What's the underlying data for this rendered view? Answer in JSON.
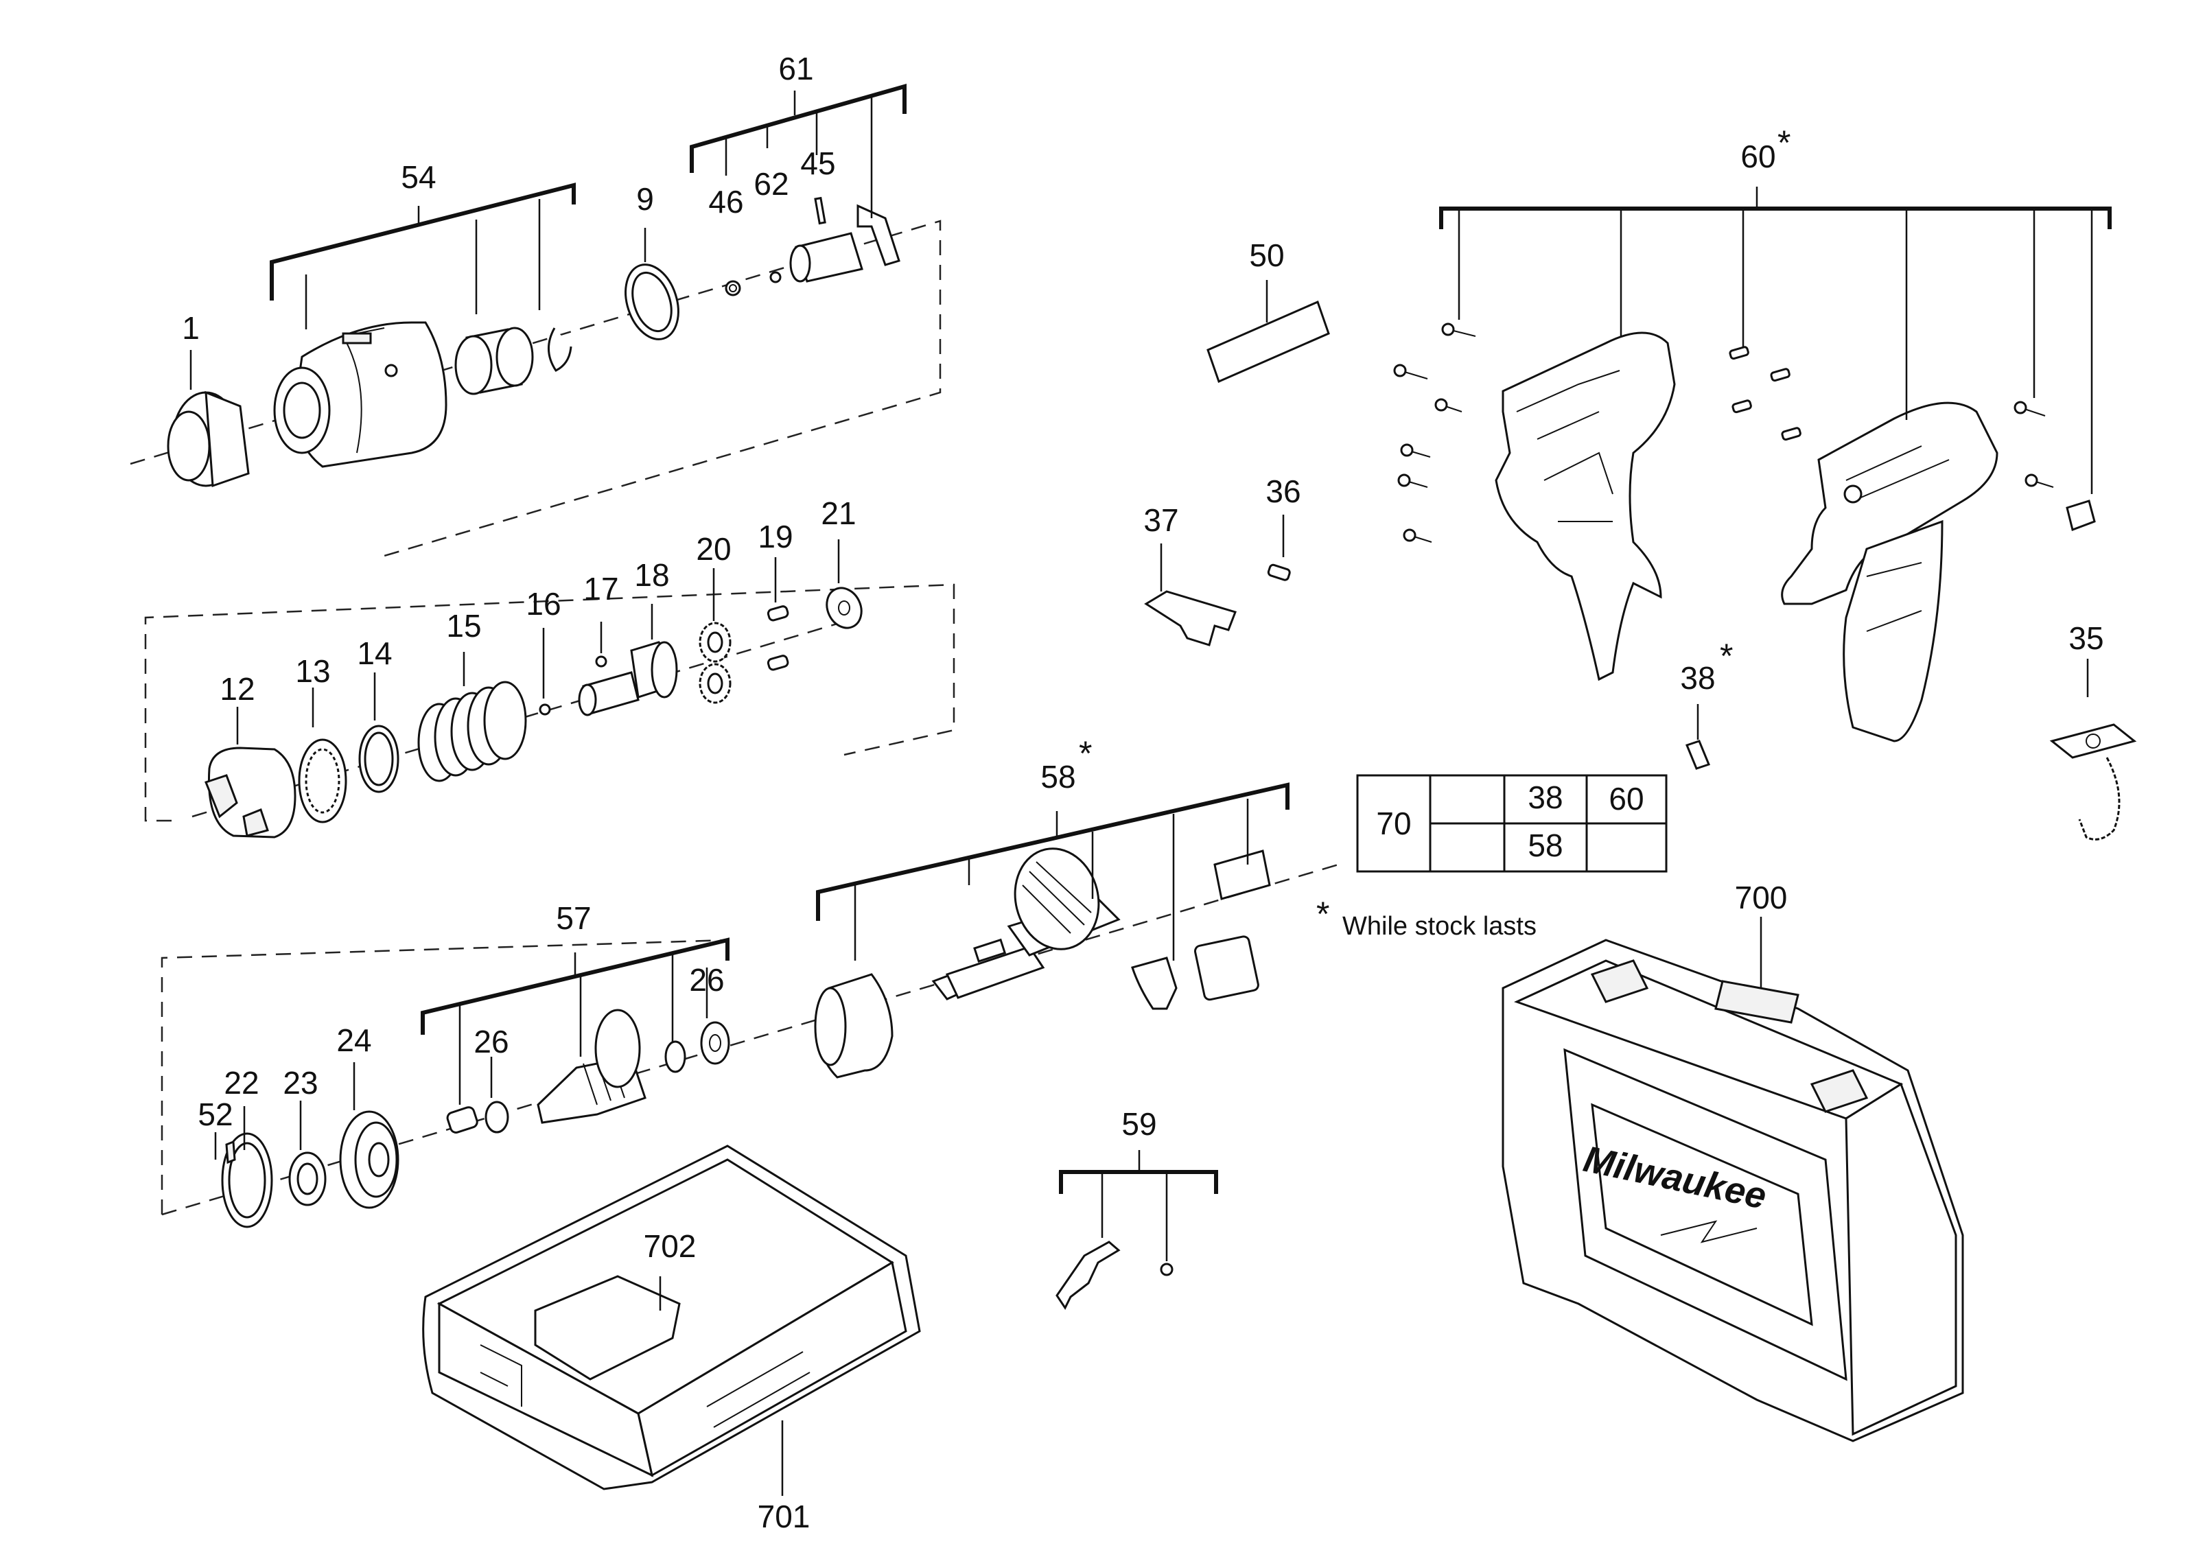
{
  "callouts": [
    {
      "id": "1",
      "label": "1"
    },
    {
      "id": "54",
      "label": "54"
    },
    {
      "id": "9",
      "label": "9"
    },
    {
      "id": "61",
      "label": "61"
    },
    {
      "id": "46",
      "label": "46"
    },
    {
      "id": "62",
      "label": "62"
    },
    {
      "id": "45",
      "label": "45"
    },
    {
      "id": "50",
      "label": "50"
    },
    {
      "id": "60",
      "label": "60"
    },
    {
      "id": "12",
      "label": "12"
    },
    {
      "id": "13",
      "label": "13"
    },
    {
      "id": "14",
      "label": "14"
    },
    {
      "id": "15",
      "label": "15"
    },
    {
      "id": "16",
      "label": "16"
    },
    {
      "id": "17",
      "label": "17"
    },
    {
      "id": "18",
      "label": "18"
    },
    {
      "id": "20",
      "label": "20"
    },
    {
      "id": "19",
      "label": "19"
    },
    {
      "id": "21",
      "label": "21"
    },
    {
      "id": "37",
      "label": "37"
    },
    {
      "id": "36",
      "label": "36"
    },
    {
      "id": "38",
      "label": "38"
    },
    {
      "id": "35",
      "label": "35"
    },
    {
      "id": "58",
      "label": "58"
    },
    {
      "id": "57",
      "label": "57"
    },
    {
      "id": "26a",
      "label": "26"
    },
    {
      "id": "26b",
      "label": "26"
    },
    {
      "id": "24",
      "label": "24"
    },
    {
      "id": "22",
      "label": "22"
    },
    {
      "id": "23",
      "label": "23"
    },
    {
      "id": "52",
      "label": "52"
    },
    {
      "id": "59",
      "label": "59"
    },
    {
      "id": "702",
      "label": "702"
    },
    {
      "id": "701",
      "label": "701"
    },
    {
      "id": "700",
      "label": "700"
    }
  ],
  "asterisk": "*",
  "footnote": {
    "mark": "*",
    "text": "While stock lasts"
  },
  "kit_table": {
    "kit": "70",
    "row1": [
      "",
      "38",
      "60"
    ],
    "row2": [
      "",
      "58",
      ""
    ]
  },
  "case_brand": "Milwaukee"
}
